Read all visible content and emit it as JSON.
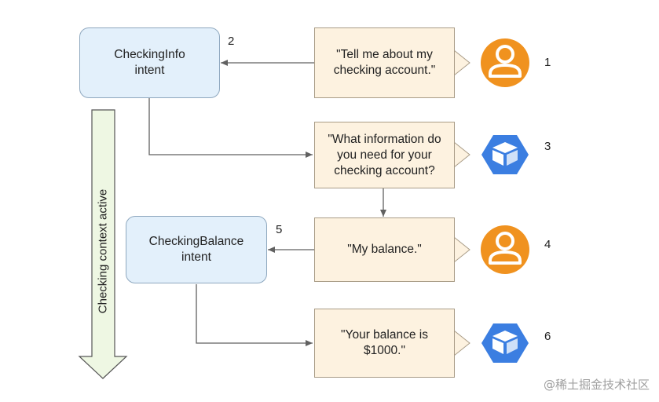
{
  "intents": {
    "checking_info": {
      "line1": "CheckingInfo",
      "line2": "intent"
    },
    "checking_balance": {
      "line1": "CheckingBalance",
      "line2": "intent"
    }
  },
  "messages": {
    "user_1": {
      "line1": "\"Tell me about my",
      "line2": "checking account.\""
    },
    "agent_3": {
      "line1": "\"What information do",
      "line2": "you need for your",
      "line3": "checking account?"
    },
    "user_4": {
      "line1": "\"My balance.\""
    },
    "agent_6": {
      "line1": "\"Your balance is",
      "line2": "$1000.\""
    }
  },
  "steps": {
    "s1": "1",
    "s2": "2",
    "s3": "3",
    "s4": "4",
    "s5": "5",
    "s6": "6"
  },
  "context_label": "Checking context active",
  "watermark": "@稀土掘金技术社区",
  "colors": {
    "intent_fill": "#e3f0fb",
    "message_fill": "#fdf2e0",
    "context_arrow_fill": "#eef7e3",
    "user_avatar": "#f0921f",
    "agent_icon": "#3b7ee1",
    "connector": "#616161"
  },
  "icons": {
    "user": "person-avatar-icon",
    "agent": "dialogflow-agent-icon"
  }
}
